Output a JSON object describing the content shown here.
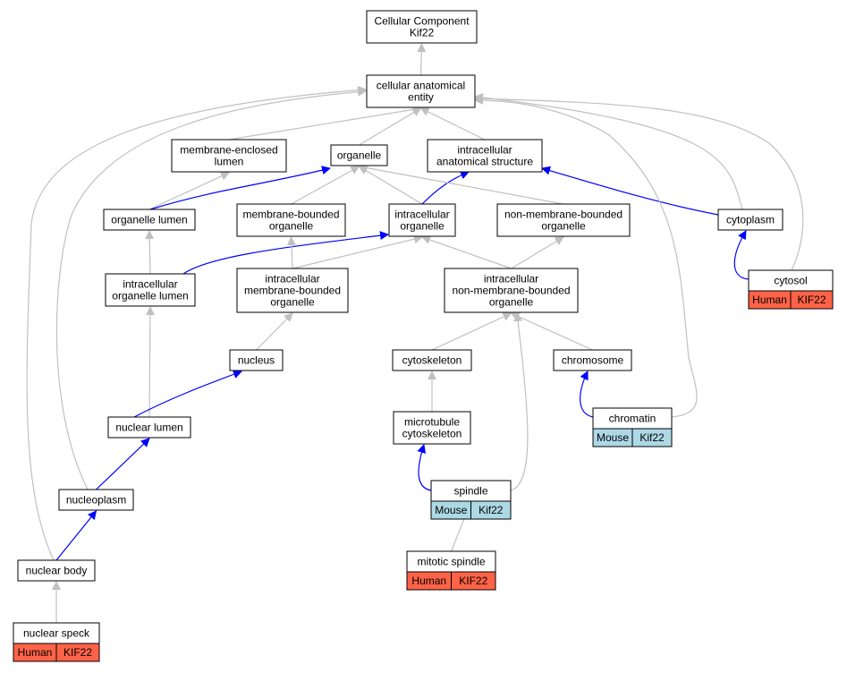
{
  "colors": {
    "node_fill": "#ffffff",
    "edge_default": "#c0c0c0",
    "edge_highlight": "#0000ff",
    "human_fill": "#ff6347",
    "mouse_fill": "#add8e6",
    "border": "#000000"
  },
  "nodes": [
    {
      "id": "root",
      "lines": [
        "Cellular Component",
        "Kif22"
      ]
    },
    {
      "id": "cae",
      "lines": [
        "cellular anatomical",
        "entity"
      ]
    },
    {
      "id": "mel",
      "lines": [
        "membrane-enclosed",
        "lumen"
      ]
    },
    {
      "id": "org",
      "lines": [
        "organelle"
      ]
    },
    {
      "id": "ias",
      "lines": [
        "intracellular",
        "anatomical structure"
      ]
    },
    {
      "id": "orgl",
      "lines": [
        "organelle lumen"
      ]
    },
    {
      "id": "mbo",
      "lines": [
        "membrane-bounded",
        "organelle"
      ]
    },
    {
      "id": "io",
      "lines": [
        "intracellular",
        "organelle"
      ]
    },
    {
      "id": "nmbo",
      "lines": [
        "non-membrane-bounded",
        "organelle"
      ]
    },
    {
      "id": "cyto",
      "lines": [
        "cytoplasm"
      ]
    },
    {
      "id": "iol",
      "lines": [
        "intracellular",
        "organelle lumen"
      ]
    },
    {
      "id": "imbo",
      "lines": [
        "intracellular",
        "membrane-bounded",
        "organelle"
      ]
    },
    {
      "id": "inmbo",
      "lines": [
        "intracellular",
        "non-membrane-bounded",
        "organelle"
      ]
    },
    {
      "id": "cytosol",
      "lines": [
        "cytosol"
      ],
      "annotation": [
        "Human",
        "KIF22"
      ]
    },
    {
      "id": "nucleus",
      "lines": [
        "nucleus"
      ]
    },
    {
      "id": "cytosk",
      "lines": [
        "cytoskeleton"
      ]
    },
    {
      "id": "chromo",
      "lines": [
        "chromosome"
      ]
    },
    {
      "id": "nl",
      "lines": [
        "nuclear lumen"
      ]
    },
    {
      "id": "mtc",
      "lines": [
        "microtubule",
        "cytoskeleton"
      ]
    },
    {
      "id": "chromatin",
      "lines": [
        "chromatin"
      ],
      "annotation": [
        "Mouse",
        "Kif22"
      ]
    },
    {
      "id": "spindle",
      "lines": [
        "spindle"
      ],
      "annotation": [
        "Mouse",
        "Kif22"
      ]
    },
    {
      "id": "nucleoplasm",
      "lines": [
        "nucleoplasm"
      ]
    },
    {
      "id": "ms",
      "lines": [
        "mitotic spindle"
      ],
      "annotation": [
        "Human",
        "KIF22"
      ]
    },
    {
      "id": "nb",
      "lines": [
        "nuclear body"
      ]
    },
    {
      "id": "ns",
      "lines": [
        "nuclear speck"
      ],
      "annotation": [
        "Human",
        "KIF22"
      ]
    }
  ],
  "edges": [
    {
      "from": "cae",
      "to": "root",
      "highlight": false
    },
    {
      "from": "mel",
      "to": "cae",
      "highlight": false
    },
    {
      "from": "org",
      "to": "cae",
      "highlight": false
    },
    {
      "from": "ias",
      "to": "cae",
      "highlight": false
    },
    {
      "from": "orgl",
      "to": "mel",
      "highlight": false
    },
    {
      "from": "orgl",
      "to": "org",
      "highlight": true
    },
    {
      "from": "mbo",
      "to": "org",
      "highlight": false
    },
    {
      "from": "io",
      "to": "org",
      "highlight": false
    },
    {
      "from": "io",
      "to": "ias",
      "highlight": true
    },
    {
      "from": "nmbo",
      "to": "org",
      "highlight": false
    },
    {
      "from": "cyto",
      "to": "ias",
      "highlight": true
    },
    {
      "from": "cyto",
      "to": "cae",
      "highlight": false
    },
    {
      "from": "iol",
      "to": "orgl",
      "highlight": false
    },
    {
      "from": "iol",
      "to": "io",
      "highlight": true
    },
    {
      "from": "imbo",
      "to": "mbo",
      "highlight": false
    },
    {
      "from": "imbo",
      "to": "io",
      "highlight": false
    },
    {
      "from": "inmbo",
      "to": "io",
      "highlight": false
    },
    {
      "from": "inmbo",
      "to": "nmbo",
      "highlight": false
    },
    {
      "from": "cytosol",
      "to": "cyto",
      "highlight": true
    },
    {
      "from": "cytosol",
      "to": "cae",
      "highlight": false
    },
    {
      "from": "nucleus",
      "to": "imbo",
      "highlight": false
    },
    {
      "from": "cytosk",
      "to": "inmbo",
      "highlight": false
    },
    {
      "from": "chromo",
      "to": "inmbo",
      "highlight": false
    },
    {
      "from": "nl",
      "to": "iol",
      "highlight": false
    },
    {
      "from": "nl",
      "to": "nucleus",
      "highlight": true
    },
    {
      "from": "mtc",
      "to": "cytosk",
      "highlight": false
    },
    {
      "from": "chromatin",
      "to": "chromo",
      "highlight": true
    },
    {
      "from": "chromatin",
      "to": "cae",
      "highlight": false
    },
    {
      "from": "spindle",
      "to": "mtc",
      "highlight": true
    },
    {
      "from": "spindle",
      "to": "inmbo",
      "highlight": false
    },
    {
      "from": "nucleoplasm",
      "to": "nl",
      "highlight": true
    },
    {
      "from": "nucleoplasm",
      "to": "cae",
      "highlight": false
    },
    {
      "from": "ms",
      "to": "spindle",
      "highlight": false
    },
    {
      "from": "nb",
      "to": "nucleoplasm",
      "highlight": true
    },
    {
      "from": "nb",
      "to": "cae",
      "highlight": false
    },
    {
      "from": "ns",
      "to": "nb",
      "highlight": false
    }
  ]
}
